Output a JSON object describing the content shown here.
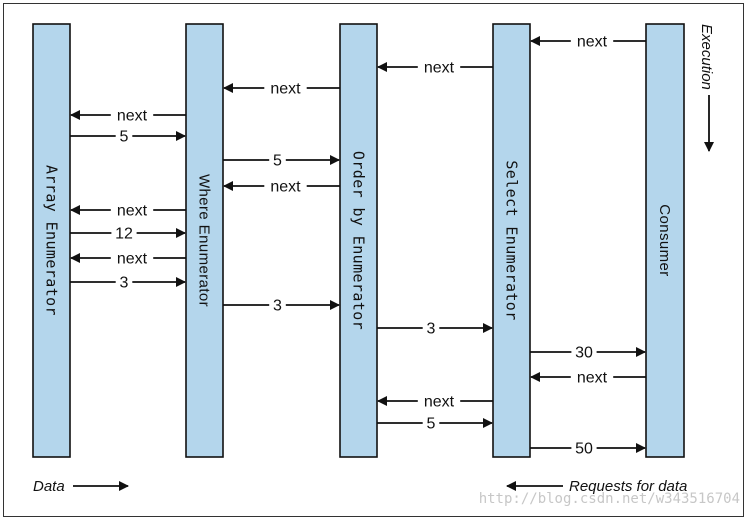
{
  "colors": {
    "column_fill": "#b4d6ec",
    "stroke": "#111111",
    "watermark": "#c7c7c7"
  },
  "columns": [
    {
      "id": "array",
      "label": "Array Enumerator"
    },
    {
      "id": "where",
      "label": "Where Enumerator"
    },
    {
      "id": "orderby",
      "label": "Order by Enumerator"
    },
    {
      "id": "select",
      "label": "Select Enumerator"
    },
    {
      "id": "consumer",
      "label": "Consumer"
    }
  ],
  "messages": [
    {
      "from": "consumer",
      "to": "select",
      "label": "next"
    },
    {
      "from": "select",
      "to": "orderby",
      "label": "next"
    },
    {
      "from": "orderby",
      "to": "where",
      "label": "next"
    },
    {
      "from": "where",
      "to": "array",
      "label": "next"
    },
    {
      "from": "array",
      "to": "where",
      "label": "5"
    },
    {
      "from": "where",
      "to": "orderby",
      "label": "5"
    },
    {
      "from": "orderby",
      "to": "where",
      "label": "next"
    },
    {
      "from": "where",
      "to": "array",
      "label": "next"
    },
    {
      "from": "array",
      "to": "where",
      "label": "12"
    },
    {
      "from": "where",
      "to": "array",
      "label": "next"
    },
    {
      "from": "array",
      "to": "where",
      "label": "3"
    },
    {
      "from": "where",
      "to": "orderby",
      "label": "3"
    },
    {
      "from": "orderby",
      "to": "select",
      "label": "3"
    },
    {
      "from": "select",
      "to": "consumer",
      "label": "30"
    },
    {
      "from": "consumer",
      "to": "select",
      "label": "next"
    },
    {
      "from": "select",
      "to": "orderby",
      "label": "next"
    },
    {
      "from": "orderby",
      "to": "select",
      "label": "5"
    },
    {
      "from": "select",
      "to": "consumer",
      "label": "50"
    }
  ],
  "legend": {
    "execution": "Execution",
    "data": "Data",
    "requests": "Requests for data"
  },
  "watermark": "http://blog.csdn.net/w343516704"
}
